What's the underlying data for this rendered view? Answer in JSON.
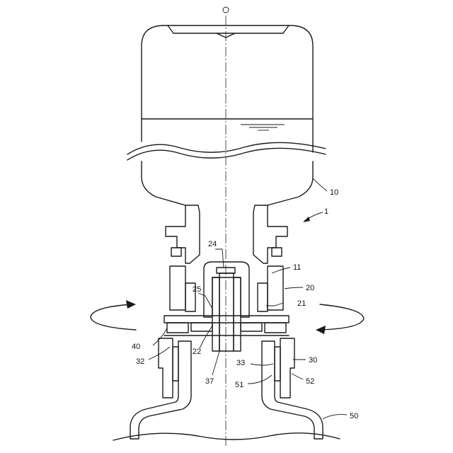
{
  "colors": {
    "ink": "#1a1a1a",
    "background": "#ffffff"
  },
  "labels": {
    "l10": "10",
    "l1": "1",
    "l24": "24",
    "l11": "11",
    "l20": "20",
    "l25": "25",
    "l21": "21",
    "l40": "40",
    "l22": "22",
    "l30": "30",
    "l32": "32",
    "l33": "33",
    "l37": "37",
    "l51": "51",
    "l52": "52",
    "l50": "50"
  }
}
